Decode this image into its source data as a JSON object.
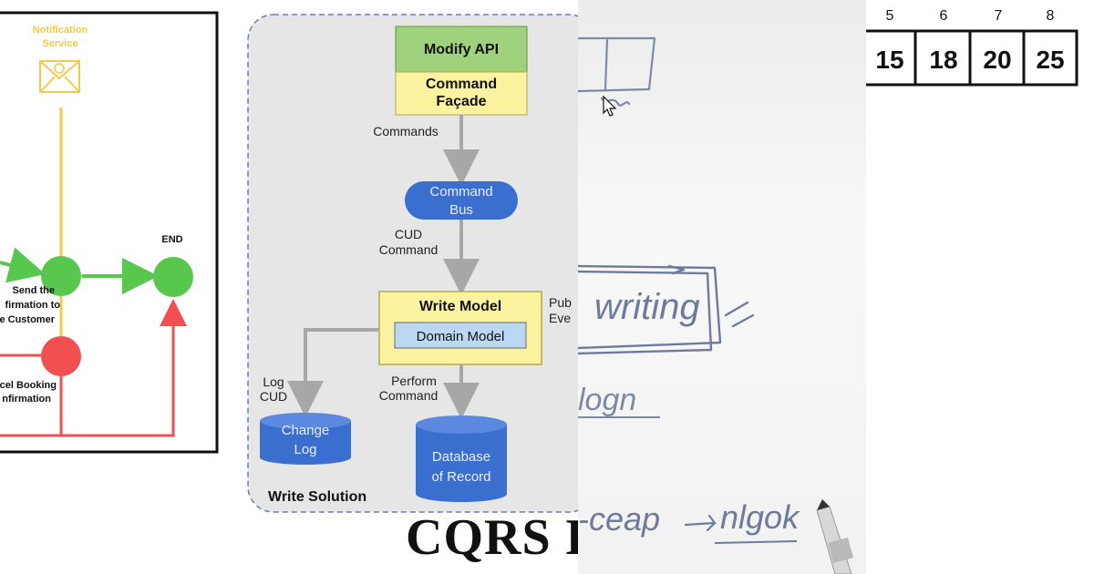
{
  "panel1": {
    "service_label_line1": "Notification",
    "service_label_line2": "Service",
    "end_label": "END",
    "send_lines": [
      "Send the",
      "firmation to",
      "e Customer"
    ],
    "cancel_lines": [
      "cel Booking",
      "nfirmation"
    ],
    "colors": {
      "green": "#57c84d",
      "red": "#f25050",
      "yellow": "#f2c94c"
    }
  },
  "panel2": {
    "modify_api": "Modify API",
    "command_facade_line1": "Command",
    "command_facade_line2": "Façade",
    "commands_label": "Commands",
    "command_bus_line1": "Command",
    "command_bus_line2": "Bus",
    "cud_line1": "CUD",
    "cud_line2": "Command",
    "write_model": "Write Model",
    "domain_model": "Domain Model",
    "pub_line1": "Pub",
    "pub_line2": "Eve",
    "log_line1": "Log",
    "log_line2": "CUD",
    "perform_line1": "Perform",
    "perform_line2": "Command",
    "change_log_line1": "Change",
    "change_log_line2": "Log",
    "database_line1": "Database",
    "database_line2": "of Record",
    "write_solution": "Write Solution",
    "caption": "CQRS I",
    "colors": {
      "green": "#9fd27c",
      "yellow": "#fbf3a0",
      "blue": "#3a6fd0",
      "light_blue": "#bcd7f2",
      "gray": "#e6e6e6",
      "arrow": "#a7a7a7"
    }
  },
  "panel3": {
    "hand_words": [
      "writing",
      "logn",
      "-ceap",
      "nlgok"
    ]
  },
  "panel4": {
    "indices": [
      "5",
      "6",
      "7",
      "8"
    ],
    "values": [
      "15",
      "18",
      "20",
      "25"
    ]
  }
}
